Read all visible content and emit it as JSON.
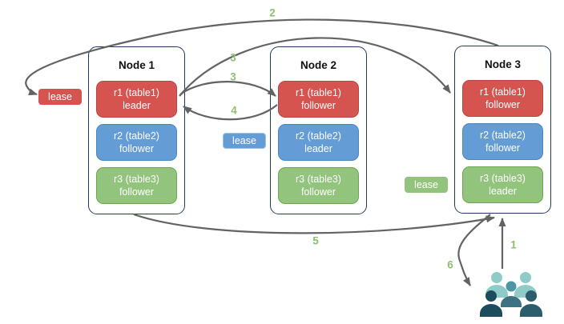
{
  "colors": {
    "red-fill": "#d5544f",
    "red-border": "#b94441",
    "blue-fill": "#649dd6",
    "blue-border": "#4a86c0",
    "blue-lease-border": "#9cc3ea",
    "green-fill": "#93c47d",
    "green-border": "#6aa84f",
    "node-border": "#1f3a60",
    "arrow": "#636363",
    "step-label": "#8fbe6e",
    "users-light": "#8ecbc9",
    "users-mid": "#4c96a4",
    "users-slate": "#3d7282",
    "users-dark": "#1d4c5d",
    "users-dark2": "#2c5d6d"
  },
  "nodes": [
    {
      "title": "Node 1",
      "replicas": [
        {
          "name": "r1 (table1)",
          "role": "leader",
          "color": "red"
        },
        {
          "name": "r2 (table2)",
          "role": "follower",
          "color": "blue"
        },
        {
          "name": "r3 (table3)",
          "role": "follower",
          "color": "green"
        }
      ]
    },
    {
      "title": "Node 2",
      "replicas": [
        {
          "name": "r1 (table1)",
          "role": "follower",
          "color": "red"
        },
        {
          "name": "r2 (table2)",
          "role": "leader",
          "color": "blue"
        },
        {
          "name": "r3 (table3)",
          "role": "follower",
          "color": "green"
        }
      ]
    },
    {
      "title": "Node 3",
      "replicas": [
        {
          "name": "r1 (table1)",
          "role": "follower",
          "color": "red"
        },
        {
          "name": "r2 (table2)",
          "role": "follower",
          "color": "blue"
        },
        {
          "name": "r3 (table3)",
          "role": "leader",
          "color": "green"
        }
      ]
    }
  ],
  "leases": [
    {
      "label": "lease",
      "color": "red"
    },
    {
      "label": "lease",
      "color": "blue"
    },
    {
      "label": "lease",
      "color": "green"
    }
  ],
  "steps": {
    "s1": "1",
    "s2": "2",
    "s3a": "3",
    "s3b": "3",
    "s4": "4",
    "s5": "5",
    "s6": "6"
  },
  "icons": {
    "clients_group": "users-icon"
  }
}
